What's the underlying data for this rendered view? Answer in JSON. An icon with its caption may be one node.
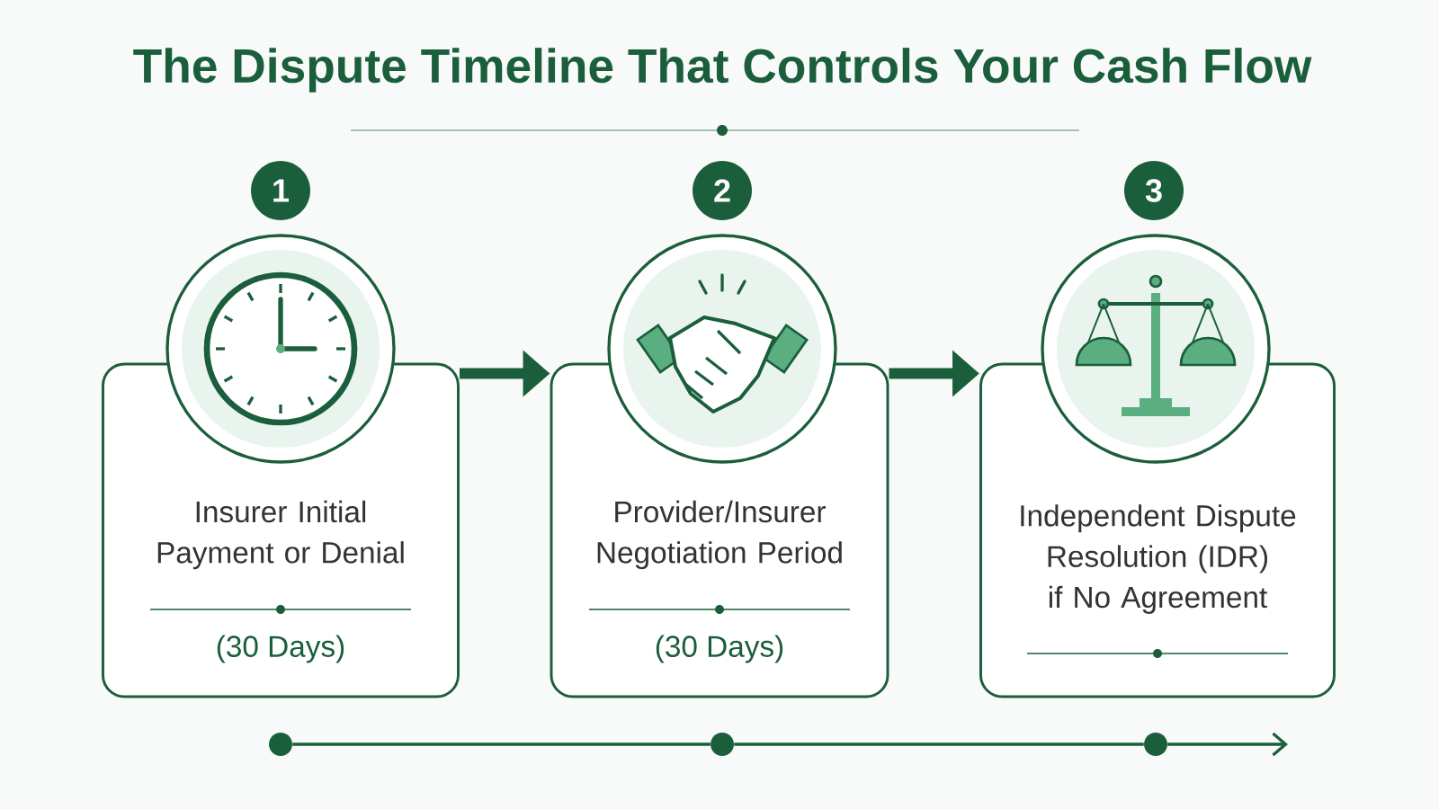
{
  "diagram": {
    "title": "The Dispute Timeline That Controls Your Cash Flow",
    "nodes": [
      {
        "text": [
          "1"
        ]
      },
      {
        "text": [
          "Insurer Initial Payment or Denial",
          "(30 Days)"
        ]
      },
      {
        "text": [
          "2"
        ]
      },
      {
        "text": [
          "Provider/Insurer Negotiation Period",
          "(30 Days)"
        ]
      },
      {
        "text": [
          "3"
        ]
      },
      {
        "text": [
          "Independent Dispute Resolution (IDR) if No Agreement"
        ]
      },
      {
        "text": [],
        "shape": "circle"
      },
      {
        "text": [],
        "shape": "circle"
      },
      {
        "text": [],
        "shape": "circle"
      }
    ],
    "edges": [
      {
        "from": 1,
        "to": 3,
        "arrow": "to",
        "style": "thick"
      },
      {
        "from": 3,
        "to": 5,
        "arrow": "to",
        "style": "thick"
      },
      {
        "from": 6,
        "to": 7,
        "arrow": "none"
      },
      {
        "from": 7,
        "to": 8,
        "arrow": "none"
      },
      {
        "from": 8,
        "to": null,
        "arrow": "to"
      }
    ]
  }
}
